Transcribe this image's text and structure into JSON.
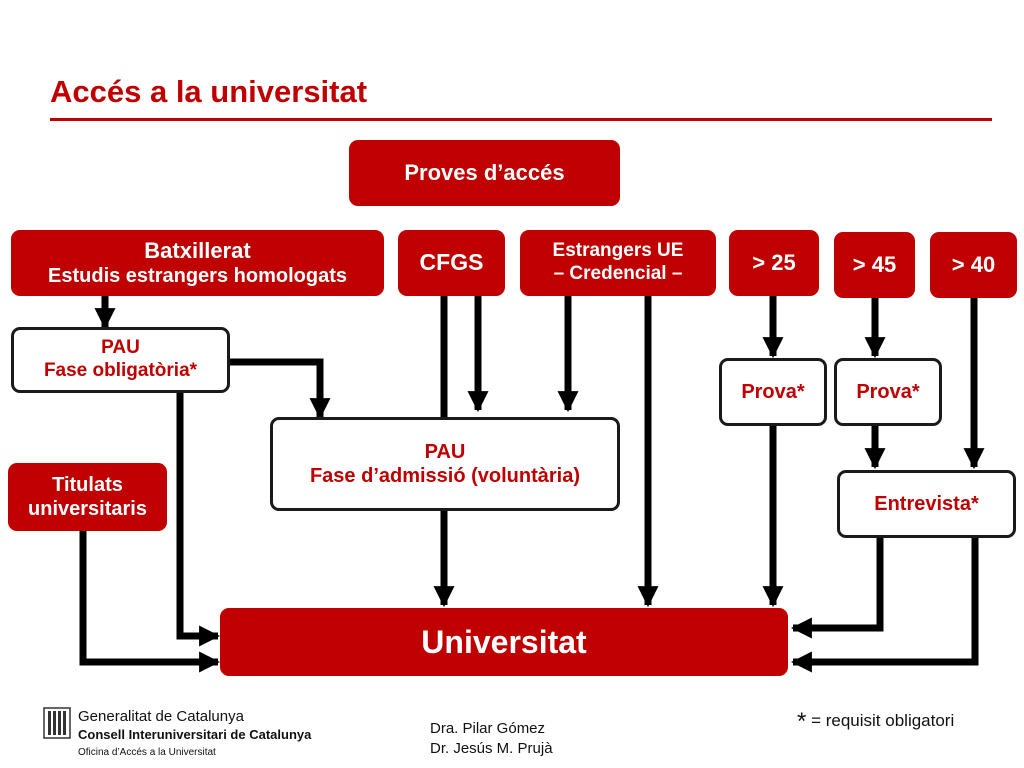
{
  "header": {
    "title": "Accés a la universitat"
  },
  "nodes": {
    "proves": "Proves d’accés",
    "batx_l1": "Batxillerat",
    "batx_l2": "Estudis estrangers homologats",
    "cfgs": "CFGS",
    "estr_l1": "Estrangers UE",
    "estr_l2": "– Credencial –",
    "g25": "> 25",
    "g45": "> 45",
    "g40": "> 40",
    "pau_obl_l1": "PAU",
    "pau_obl_l2": "Fase obligatòria*",
    "prova_25": "Prova*",
    "prova_45": "Prova*",
    "pau_adm_l1": "PAU",
    "pau_adm_l2": "Fase d’admissió (voluntària)",
    "titulats_l1": "Titulats",
    "titulats_l2": "universitaris",
    "entrevista": "Entrevista*",
    "universitat": "Universitat"
  },
  "footer": {
    "org_l1": "Generalitat de Catalunya",
    "org_l2": "Consell Interuniversitari de Catalunya",
    "org_l3": "Oficina d’Accés a la Universitat",
    "author_1": "Dra. Pilar Gómez",
    "author_2": "Dr. Jesús M. Prujà",
    "legend_star": "*",
    "legend_text": "= requisit obligatori"
  },
  "colors": {
    "accent": "#c00000",
    "arrow": "#000000"
  }
}
